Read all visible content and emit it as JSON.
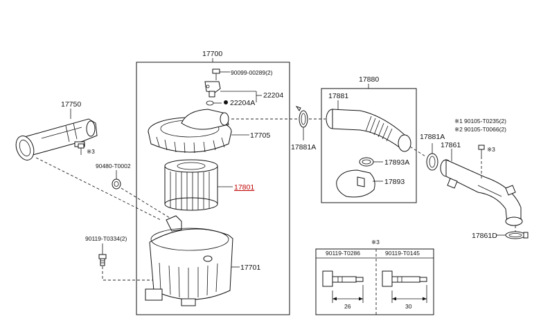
{
  "labels": {
    "assembly_17700": "17700",
    "duct_17750": "17750",
    "bolt_90099": "90099-00289(2)",
    "sensor_22204": "22204",
    "oring_22204A": "22204A",
    "cap_17705": "17705",
    "element_17801": "17801",
    "case_17701": "17701",
    "grommet_90480": "90480-T0002",
    "bolt_90119_t0334": "90119-T0334(2)",
    "ref_mark_3_a": "※3",
    "hose_assy_17880": "17880",
    "hose_17881": "17881",
    "clamp_17881A_left": "17881A",
    "clamp_17893A": "17893A",
    "hose_17893": "17893",
    "clamp_17881A_right": "17881A",
    "pipe_17861": "17861",
    "clamp_17861D": "17861D",
    "note1_mark": "※1",
    "note1_part": "90105-T0235(2)",
    "note2_mark": "※2",
    "note2_part": "90105-T0066(2)",
    "ref_mark_3_b": "※3",
    "detail_mark": "※3",
    "detail_bolt_a": "90119-T0286",
    "detail_bolt_b": "90119-T0145",
    "detail_len_a": "26",
    "detail_len_b": "30"
  },
  "colors": {
    "line": "#111111",
    "highlight": "#c00000",
    "background": "#ffffff"
  }
}
